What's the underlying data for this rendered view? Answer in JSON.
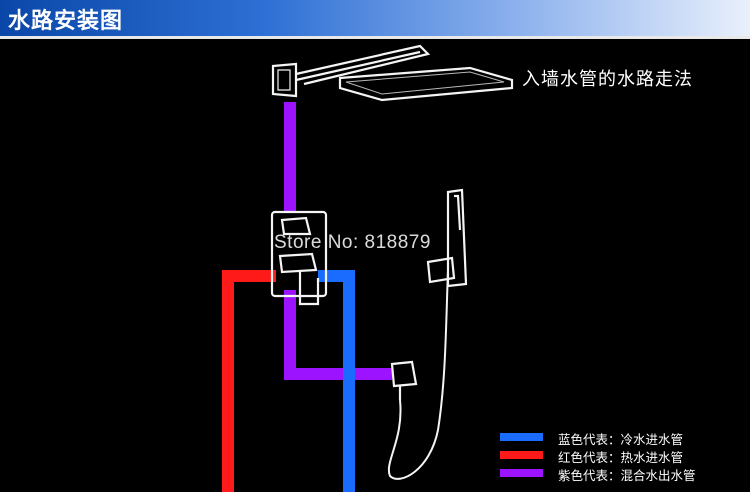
{
  "header": {
    "title": "水路安装图"
  },
  "caption": "入墙水管的水路走法",
  "watermark": "Store No: 818879",
  "legend": [
    {
      "label": "蓝色代表：冷水进水管",
      "color": "#1a6cff"
    },
    {
      "label": "红色代表：热水进水管",
      "color": "#ff1a1a"
    },
    {
      "label": "紫色代表：混合水出水管",
      "color": "#9c14ff"
    }
  ],
  "colors": {
    "cold": "#1a6cff",
    "hot": "#ff1a1a",
    "mixed": "#9c14ff"
  }
}
